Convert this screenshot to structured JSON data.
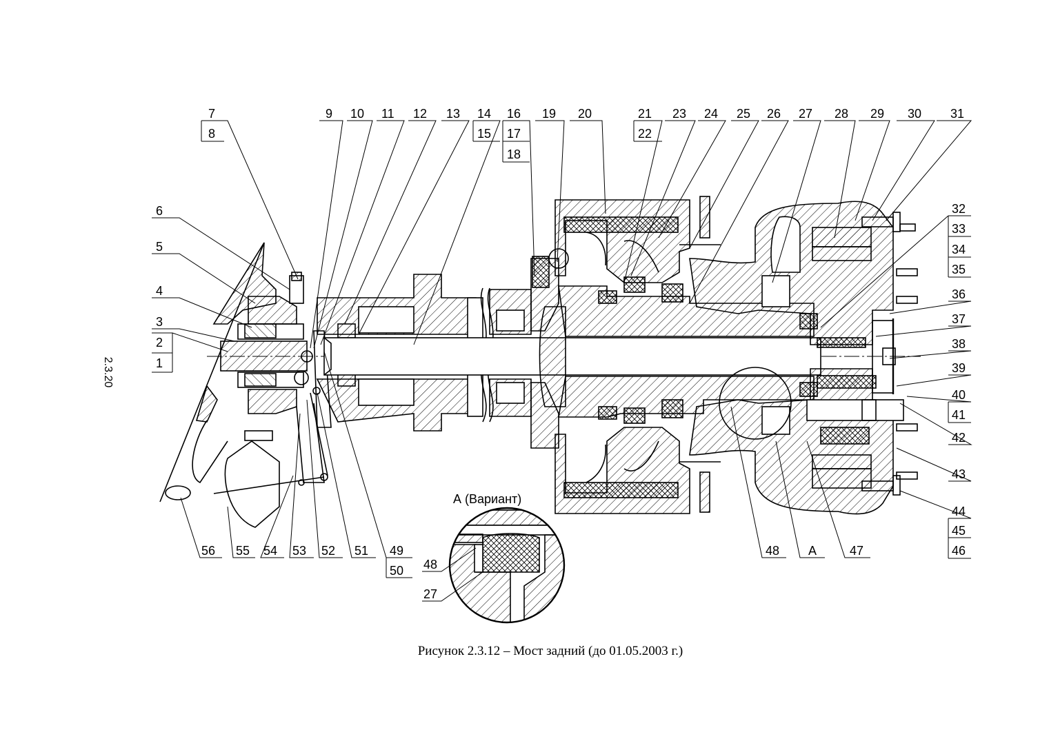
{
  "page_number": "2.3.20",
  "caption": "Рисунок 2.3.12 – Мост задний (до 01.05.2003 г.)",
  "detail_view": {
    "title": "А (Вариант)",
    "labels": [
      "48",
      "27"
    ]
  },
  "callouts": {
    "top": [
      "7",
      "8",
      "9",
      "10",
      "11",
      "12",
      "13",
      "14",
      "15",
      "16",
      "17",
      "18",
      "19",
      "20",
      "21",
      "22",
      "23",
      "24",
      "25",
      "26",
      "27",
      "28",
      "29",
      "30",
      "31"
    ],
    "right": [
      "32",
      "33",
      "34",
      "35",
      "36",
      "37",
      "38",
      "39",
      "40",
      "41",
      "42",
      "43",
      "44",
      "45",
      "46"
    ],
    "left": [
      "6",
      "5",
      "4",
      "3",
      "2",
      "1"
    ],
    "bottom": [
      "56",
      "55",
      "54",
      "53",
      "52",
      "51",
      "49",
      "50",
      "48",
      "А",
      "47"
    ]
  }
}
